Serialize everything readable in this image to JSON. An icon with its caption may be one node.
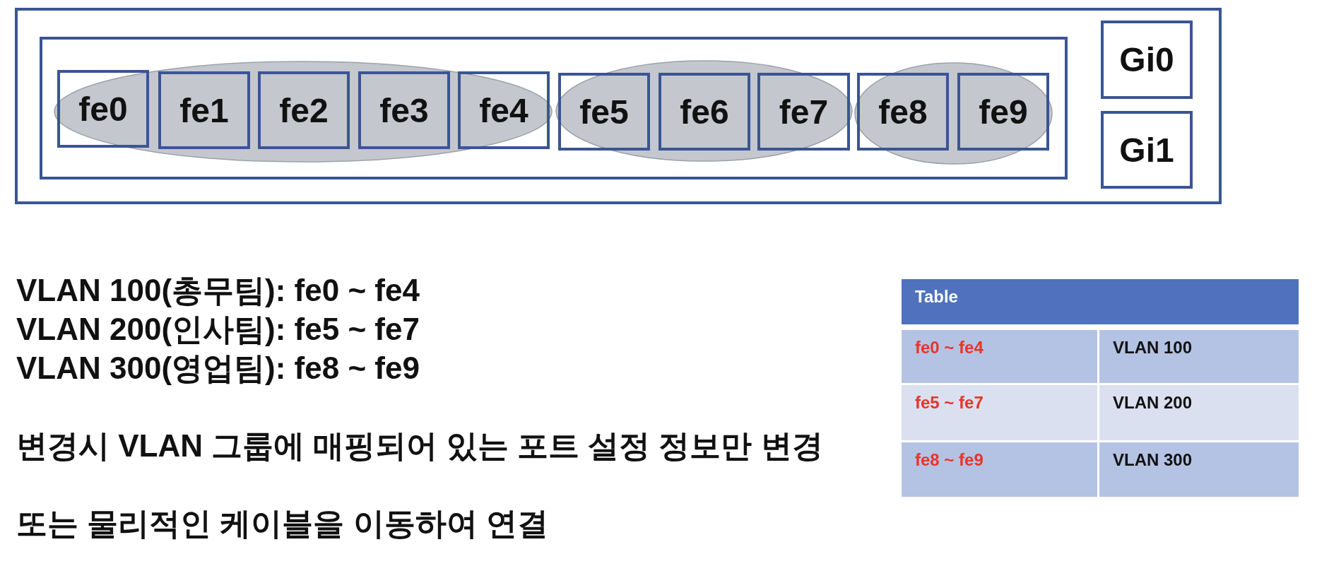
{
  "diagram": {
    "nodes": [
      {
        "text": [],
        "shape": "box"
      },
      {
        "text": [],
        "shape": "box",
        "in": 0
      },
      {
        "text": [],
        "shape": "ellipse",
        "in": 1
      },
      {
        "text": [
          "fe0"
        ],
        "in": 2
      },
      {
        "text": [
          "fe1"
        ],
        "in": 2
      },
      {
        "text": [
          "fe2"
        ],
        "in": 2
      },
      {
        "text": [
          "fe3"
        ],
        "in": 2
      },
      {
        "text": [
          "fe4"
        ],
        "in": 2
      },
      {
        "text": [],
        "shape": "ellipse",
        "in": 1
      },
      {
        "text": [
          "fe5"
        ],
        "in": 8
      },
      {
        "text": [
          "fe6"
        ],
        "in": 8
      },
      {
        "text": [
          "fe7"
        ],
        "in": 8
      },
      {
        "text": [],
        "shape": "ellipse",
        "in": 1
      },
      {
        "text": [
          "fe8"
        ],
        "in": 12
      },
      {
        "text": [
          "fe9"
        ],
        "in": 12
      },
      {
        "text": [
          "Gi0"
        ],
        "in": 0
      },
      {
        "text": [
          "Gi1"
        ],
        "in": 0
      }
    ],
    "labels": [
      "VLAN 100(총무팀): fe0 ~ fe4",
      "VLAN 200(인사팀): fe5 ~ fe7",
      "VLAN 300(영업팀): fe8 ~ fe9",
      "변경시 VLAN 그룹에 매핑되어 있는 포트 설정 정보만 변경",
      "또는 물리적인 케이블을 이동하여 연결",
      "Table",
      "fe0 ~ fe4",
      "VLAN 100",
      "fe5 ~ fe7",
      "VLAN 200",
      "fe8 ~ fe9",
      "VLAN 300"
    ]
  }
}
